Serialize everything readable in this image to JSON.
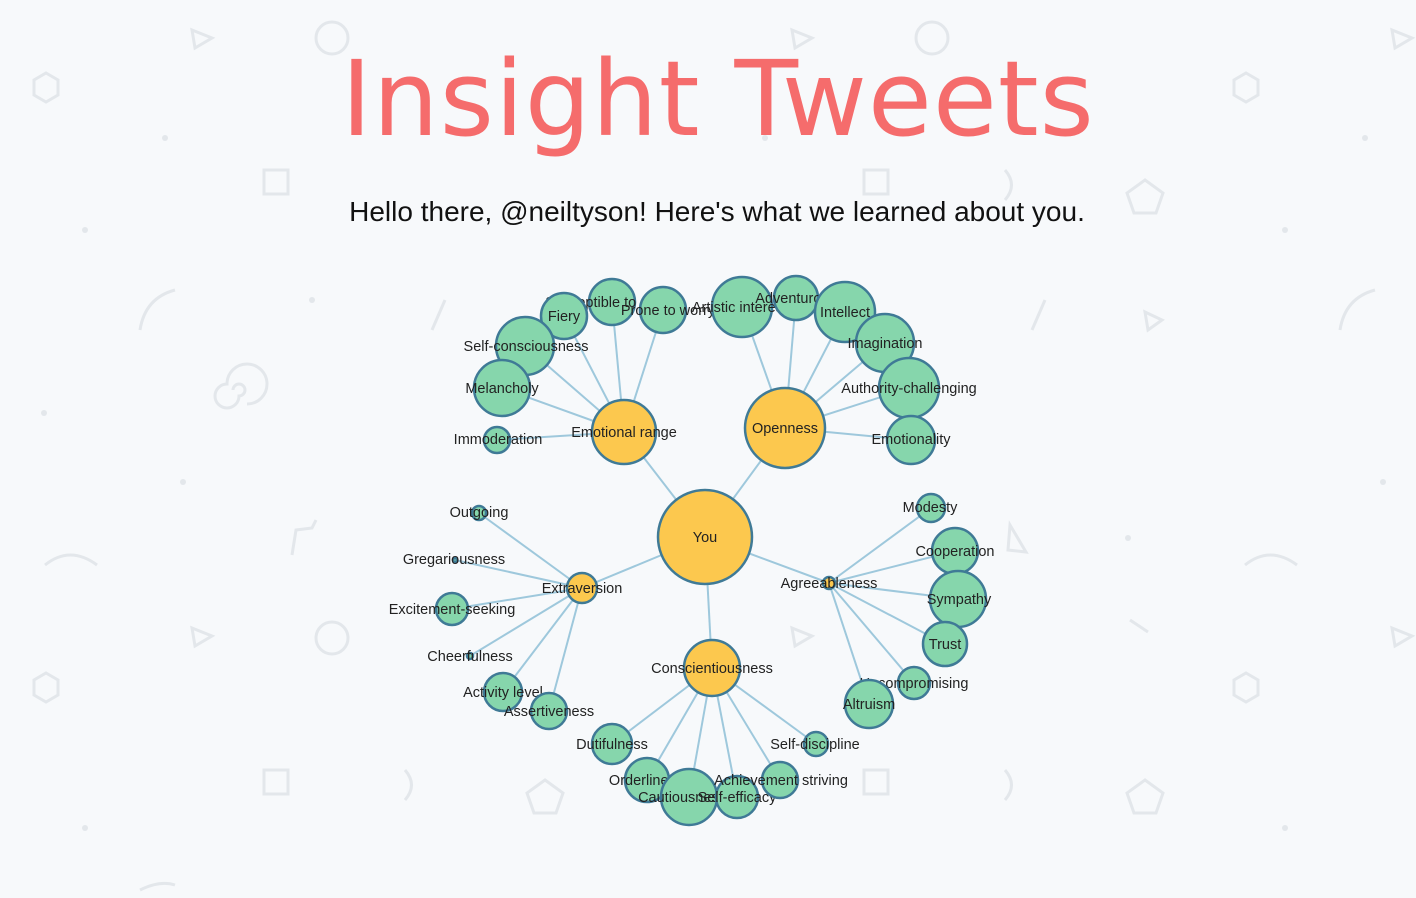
{
  "header": {
    "title": "Insight Tweets",
    "greeting": "Hello there, @neiltyson! Here's what we learned about you."
  },
  "colors": {
    "title": "#f56c6c",
    "core_node": "#fcc84e",
    "leaf_node": "#86d6ac",
    "node_stroke": "#3f7a96",
    "link": "#9ec8dc"
  },
  "graph": {
    "root": "You",
    "traits": [
      {
        "name": "Emotional range",
        "facets": [
          "Susceptible to stress",
          "Fiery",
          "Prone to worry",
          "Self-consciousness",
          "Melancholy",
          "Immoderation"
        ]
      },
      {
        "name": "Openness",
        "facets": [
          "Artistic interests",
          "Adventurous",
          "Intellect",
          "Imagination",
          "Authority-challenging",
          "Emotionality"
        ]
      },
      {
        "name": "Extraversion",
        "facets": [
          "Outgoing",
          "Gregariousness",
          "Excitement-seeking",
          "Cheerfulness",
          "Activity level",
          "Assertiveness"
        ]
      },
      {
        "name": "Agreeableness",
        "facets": [
          "Modesty",
          "Cooperation",
          "Sympathy",
          "Trust",
          "Uncompromising",
          "Altruism"
        ]
      },
      {
        "name": "Conscientiousness",
        "facets": [
          "Dutifulness",
          "Orderliness",
          "Cautiousness",
          "Self-efficacy",
          "Achievement striving",
          "Self-discipline"
        ]
      }
    ]
  }
}
